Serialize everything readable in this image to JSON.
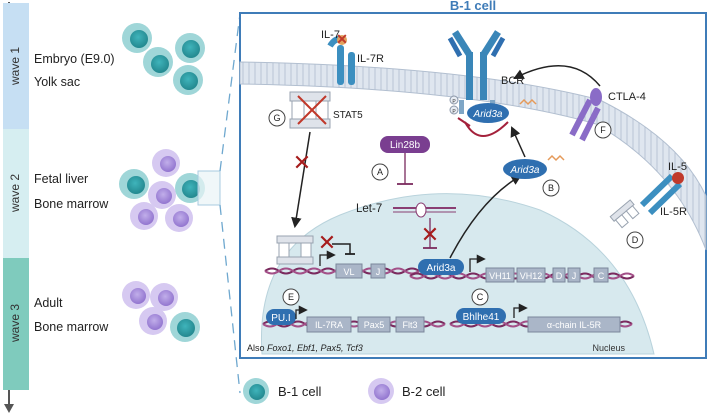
{
  "panel_title": "B-1 cell",
  "waves": [
    {
      "label": "wave 1",
      "lines": [
        "Embryo (E9.0)",
        "Yolk sac"
      ],
      "color": "#c6dff3"
    },
    {
      "label": "wave 2",
      "lines": [
        "Fetal liver",
        "Bone marrow"
      ],
      "color": "#d6eef1"
    },
    {
      "label": "wave 3",
      "lines": [
        "Adult",
        "Bone marrow"
      ],
      "color": "#7fcbbd"
    }
  ],
  "legend": {
    "b1": "B-1 cell",
    "b2": "B-2 cell"
  },
  "colors": {
    "b1_cell": "#2ea5ad",
    "b2_cell": "#ab93db",
    "accent": "#3f7cb8",
    "membrane": "#cfd9e6",
    "nucleus": "#d7e9ee"
  },
  "receptors": {
    "il7": "IL-7",
    "il7r": "IL-7R",
    "stat5": "STAT5",
    "bcr": "BCR",
    "ctla4": "CTLA-4",
    "il5": "IL-5",
    "il5r": "IL-5R"
  },
  "molecules": {
    "arid3a_membrane": "Arid3a",
    "arid3a_cyto": "Arid3a",
    "arid3a_nuclear": "Arid3a",
    "lin28b": "Lin28b",
    "let7": "Let-7",
    "pu1": "PU.I",
    "bhlhe41": "Bhlhe41"
  },
  "phospho": [
    "P",
    "P"
  ],
  "circle_labels": {
    "A": "A",
    "B": "B",
    "C": "C",
    "D": "D",
    "E": "E",
    "F": "F",
    "G": "G"
  },
  "genes_row1": [
    "VL",
    "J"
  ],
  "genes_row2": [
    "VH11",
    "VH12",
    "D",
    "J",
    "C"
  ],
  "genes_row3": [
    "IL-7RA",
    "Pax5",
    "Flt3"
  ],
  "gene_il5r": "α-chain IL-5R",
  "also_prefix": "Also ",
  "also_genes": "Foxo1, Ebf1, Pax5, Tcf3",
  "nucleus_label": "Nucleus"
}
